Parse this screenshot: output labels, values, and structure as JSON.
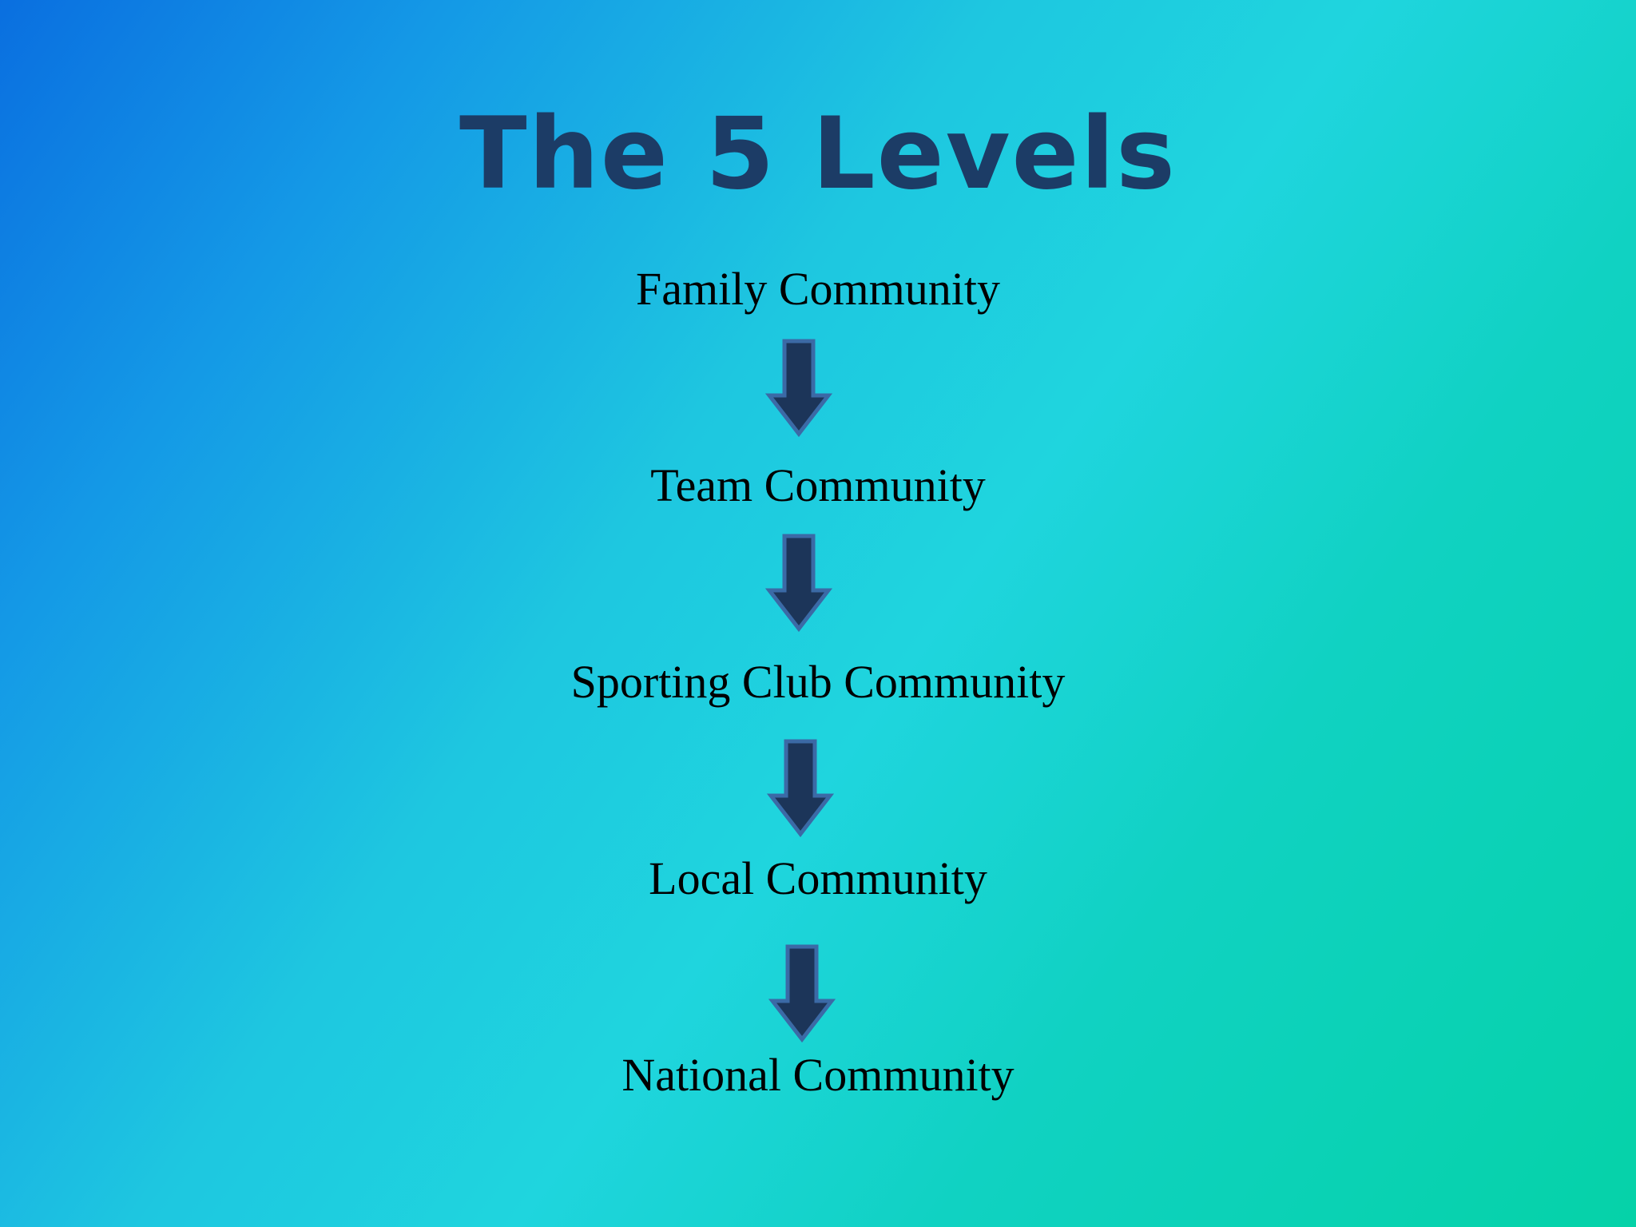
{
  "slide": {
    "title": "The 5 Levels",
    "levels": [
      {
        "label": "Family Community"
      },
      {
        "label": "Team Community"
      },
      {
        "label": "Sporting Club Community"
      },
      {
        "label": "Local Community"
      },
      {
        "label": "National Community"
      }
    ]
  },
  "colors": {
    "title": "#1c3c66",
    "arrow_fill": "#1c3559",
    "arrow_stroke": "#3b6aa6",
    "text": "#000000"
  },
  "icons": {
    "connector": "arrow-down-icon"
  }
}
